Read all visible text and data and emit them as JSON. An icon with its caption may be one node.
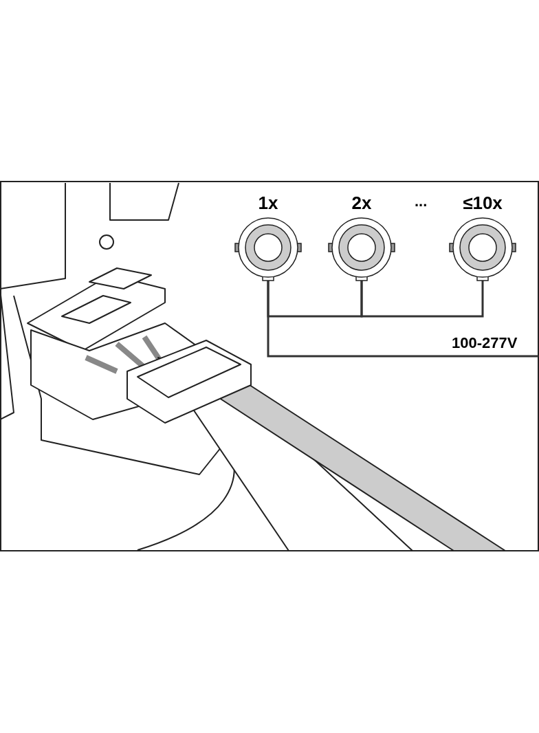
{
  "diagram": {
    "nodes": [
      {
        "text": [],
        "shape": "circle",
        "beside": [
          "1x"
        ]
      },
      {
        "text": [],
        "shape": "circle",
        "beside": [
          "2x"
        ]
      },
      {
        "text": [],
        "shape": "circle",
        "beside": [
          "≤10x"
        ]
      }
    ],
    "edges": [
      {
        "from": 0,
        "to": 1,
        "arrow": "none"
      },
      {
        "from": 1,
        "to": 2,
        "arrow": "none"
      },
      {
        "from": null,
        "to": 0,
        "arrow": "none"
      }
    ],
    "labels": [
      "...",
      "100-277V"
    ]
  }
}
